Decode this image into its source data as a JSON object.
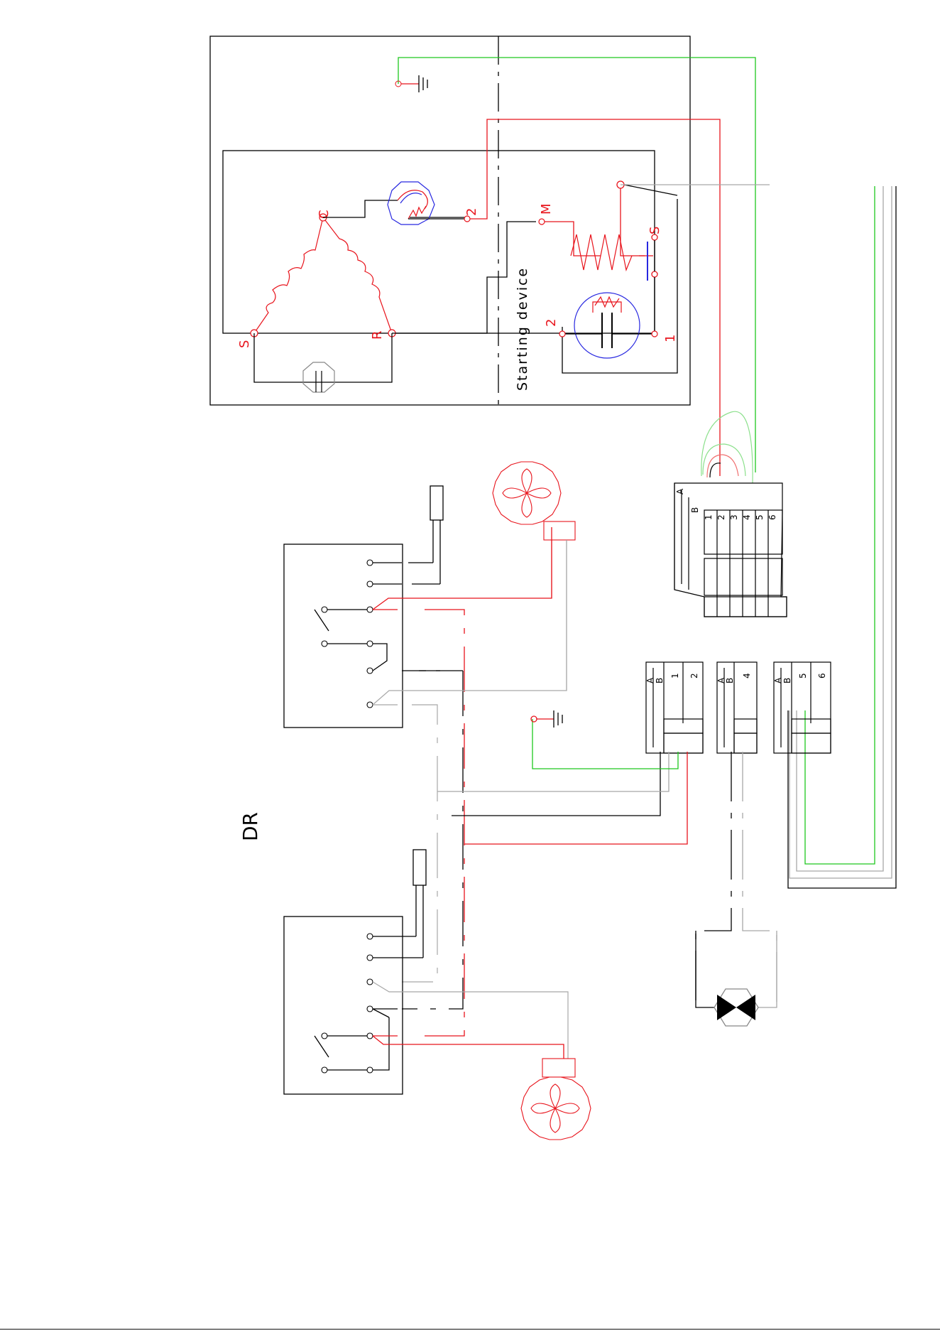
{
  "colors": {
    "black": "#000000",
    "red": "#e8141c",
    "green": "#1ec81e",
    "blue": "#2828e0",
    "gray": "#a8a8a8",
    "light_red": "#f07070",
    "light_green": "#8ce08c"
  },
  "compressor": {
    "terminal_c": "C",
    "terminal_s": "S",
    "terminal_r": "R",
    "protector_terminal": "2"
  },
  "starting_device": {
    "label": "Starting device",
    "terminal_m": "M",
    "terminal_s": "S",
    "terminal_1": "1",
    "terminal_2": "2"
  },
  "connector_main": {
    "row_a": "A",
    "row_b": "B",
    "pins": [
      "1",
      "2",
      "3",
      "4",
      "5",
      "6"
    ]
  },
  "small_connectors": [
    {
      "a": "A",
      "b": "B",
      "pins": [
        "1",
        "2"
      ]
    },
    {
      "a": "A",
      "b": "B",
      "pins": [
        "4"
      ]
    },
    {
      "a": "A",
      "b": "B",
      "pins": [
        "5",
        "6"
      ]
    }
  ],
  "side_label": "DR"
}
